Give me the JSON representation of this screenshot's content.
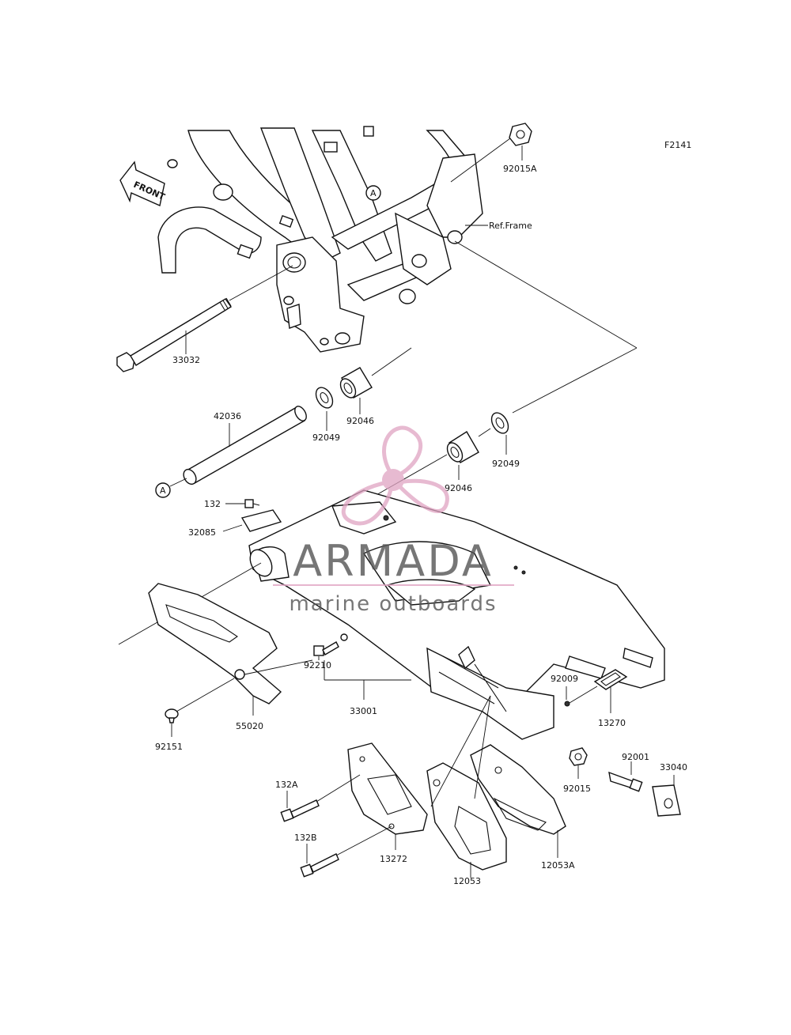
{
  "diagram_code": "F2141",
  "front_arrow_label": "FRONT",
  "ref_marker": "A",
  "ref_frame_label": "Ref.Frame",
  "part_labels": {
    "p92015A": "92015A",
    "p33032": "33032",
    "p42036": "42036",
    "p92049_left": "92049",
    "p92046_left": "92046",
    "p92049_right": "92049",
    "p92046_right": "92046",
    "p132": "132",
    "p32085": "32085",
    "p92210": "92210",
    "p33001": "33001",
    "p55020": "55020",
    "p92151": "92151",
    "p92009": "92009",
    "p13270": "13270",
    "p92001": "92001",
    "p33040": "33040",
    "p92015": "92015",
    "p132A": "132A",
    "p132B": "132B",
    "p13272": "13272",
    "p12053": "12053",
    "p12053A": "12053A"
  },
  "watermark": {
    "brand": "ARMADA",
    "tagline": "marine outboards",
    "brand_color": "#555555",
    "accent_color": "#e0a3c2"
  }
}
